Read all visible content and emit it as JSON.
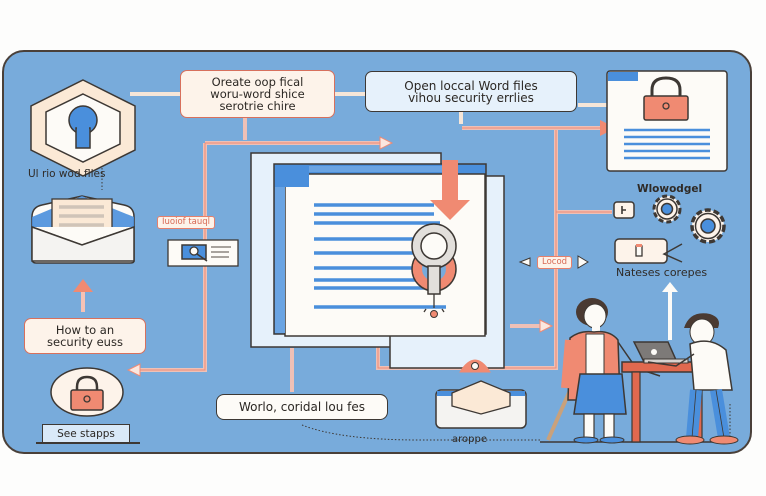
{
  "diagram": {
    "colors": {
      "panel": "#78abdb",
      "accent": "#f08a72",
      "cream": "#fdf3ea",
      "outline": "#3d3834",
      "doc_line": "#4a8fdc"
    },
    "boxes": {
      "create": [
        "Oreate oop fical",
        "woru-word shice",
        "serotrie chire"
      ],
      "open": [
        "Open loccal Word files",
        "vihou security errlies"
      ],
      "how_to": [
        "How to  an",
        "security euss"
      ],
      "world": "Worlo, coridal lou fes",
      "see_steps": "See stapрs"
    },
    "labels": {
      "keyhole_caption": "Ul  rio wod flles",
      "gear_caption": "Wlowodgel",
      "notes_caption": "Nateses corepes",
      "envelope_caption": "aroppe"
    },
    "tags": {
      "left_tag": "Iuoiof tauql",
      "load_tag": "Locod"
    },
    "icons": {
      "keyhole": "keyhole-icon",
      "envelope": "envelope-icon",
      "padlock": "padlock-icon",
      "locked_document": "locked-document-icon",
      "gears": "gear-icon",
      "play": "play-icon",
      "key": "key-icon",
      "magnifier": "magnifier-icon",
      "people": "people-illustration"
    }
  }
}
